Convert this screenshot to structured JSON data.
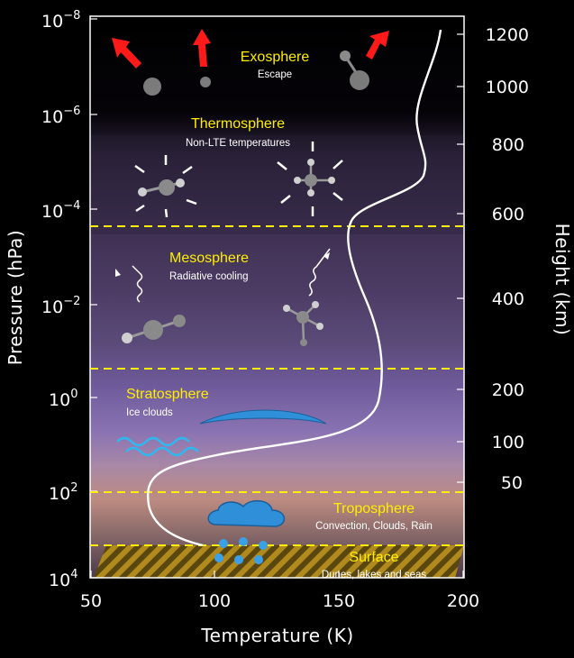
{
  "axes": {
    "x_label": "Temperature (K)",
    "y_left_label": "Pressure (hPa)",
    "y_right_label": "Height (km)",
    "x_ticks": [
      "50",
      "100",
      "150",
      "200"
    ],
    "pressure_ticks": [
      {
        "base": "10",
        "exp": "−8"
      },
      {
        "base": "10",
        "exp": "−6"
      },
      {
        "base": "10",
        "exp": "−4"
      },
      {
        "base": "10",
        "exp": "−2"
      },
      {
        "base": "10",
        "exp": "0"
      },
      {
        "base": "10",
        "exp": "2"
      },
      {
        "base": "10",
        "exp": "4"
      }
    ],
    "height_ticks": [
      "1200",
      "1000",
      "800",
      "600",
      "400",
      "200",
      "100",
      "50"
    ]
  },
  "layers": [
    {
      "name": "Exosphere",
      "description": "Escape"
    },
    {
      "name": "Thermosphere",
      "description": "Non-LTE temperatures"
    },
    {
      "name": "Mesosphere",
      "description": "Radiative cooling"
    },
    {
      "name": "Stratosphere",
      "description": "Ice clouds"
    },
    {
      "name": "Troposphere",
      "description": "Convection, Clouds, Rain"
    },
    {
      "name": "Surface",
      "description": "Dunes, lakes and seas"
    }
  ],
  "colors": {
    "boundary_lines": "#ffee00",
    "escape_arrows": "#ff1a1a",
    "ice_and_rain": "#2f8fd8",
    "profile_curve": "#ffffff"
  },
  "icons": [
    "escape-arrow-icon",
    "molecule-icon",
    "wavy-emission-arrow-icon",
    "ice-cloud-icon",
    "wave-icon",
    "rain-cloud-icon",
    "raindrop-icon"
  ]
}
